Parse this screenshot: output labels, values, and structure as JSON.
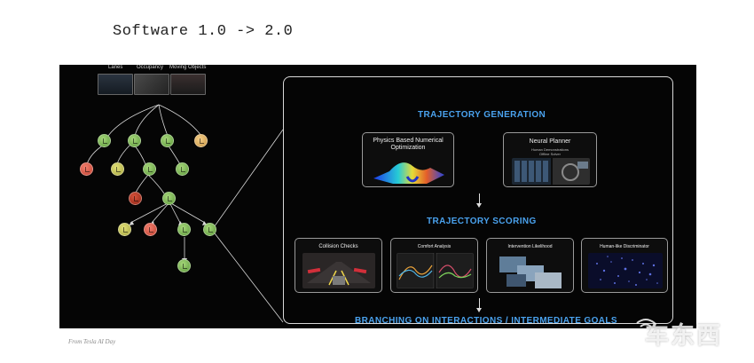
{
  "page": {
    "title": "Software 1.0 -> 2.0",
    "caption": "From Tesla AI Day"
  },
  "inputs": [
    {
      "label": "Lanes"
    },
    {
      "label": "Occupancy"
    },
    {
      "label": "Moving Objects"
    }
  ],
  "pipeline": {
    "generation_heading": "TRAJECTORY GENERATION",
    "generators": [
      {
        "title": "Physics Based Numerical Optimization"
      },
      {
        "title": "Neural Planner",
        "subtitle_1": "Human Demonstrations",
        "subtitle_2": "Offline Solver"
      }
    ],
    "scoring_heading": "TRAJECTORY SCORING",
    "scorers": [
      {
        "title": "Collision Checks"
      },
      {
        "title": "Comfort Analysis"
      },
      {
        "title": "Intervention Likelihood"
      },
      {
        "title": "Human-like Discriminator"
      }
    ],
    "branching_heading": "BRANCHING ON INTERACTIONS / INTERMEDIATE GOALS"
  },
  "watermark": {
    "text": "车东西"
  },
  "colors": {
    "heading": "#4aa2ee",
    "node_green": "#7cb956",
    "node_orange": "#e3b160",
    "node_red": "#d9533c",
    "node_yellow": "#cfcc56"
  }
}
